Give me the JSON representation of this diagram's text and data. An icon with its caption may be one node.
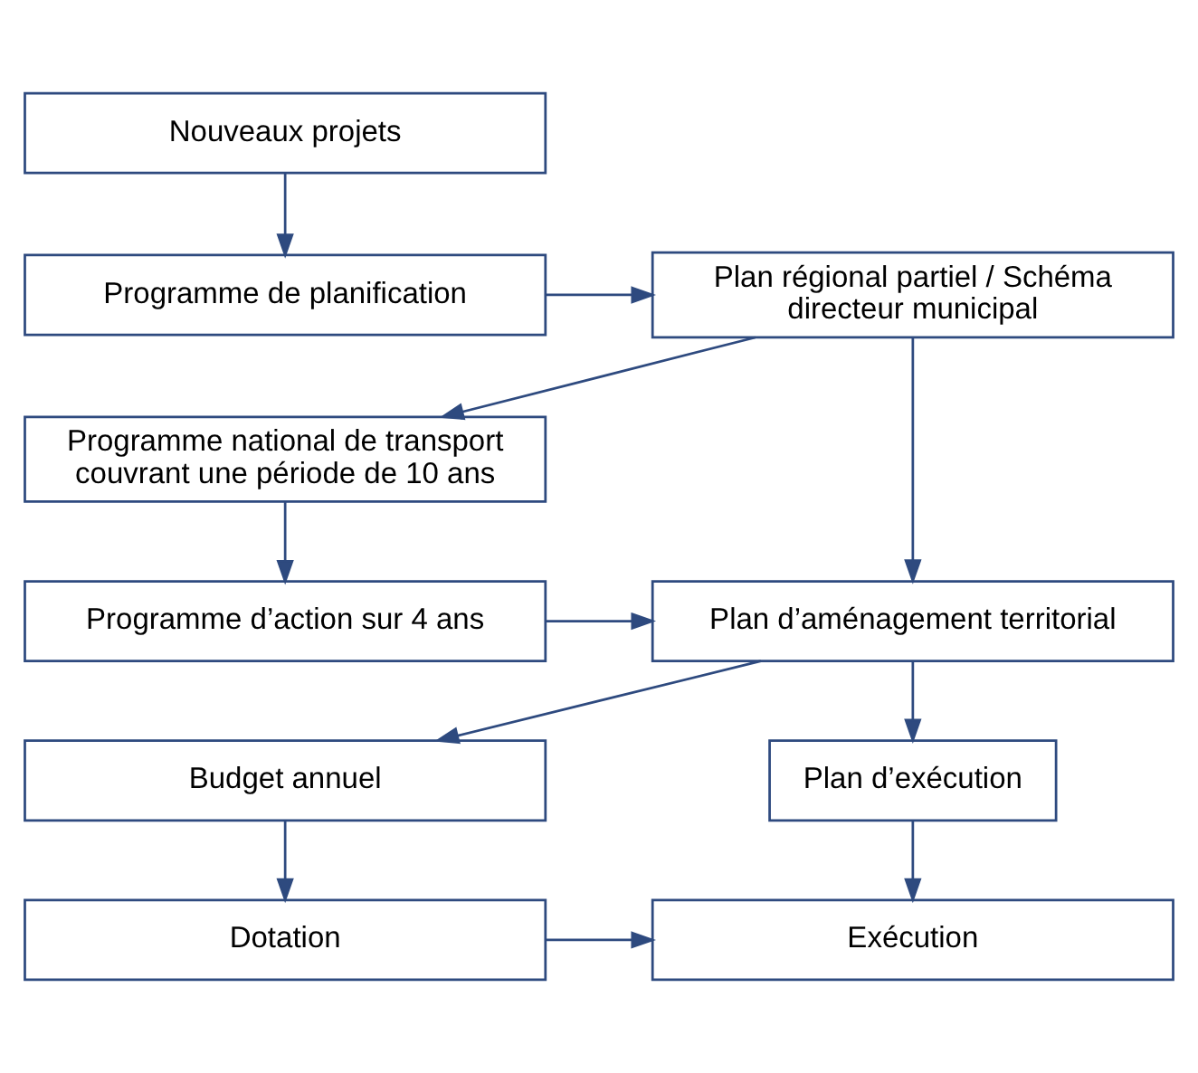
{
  "diagram": {
    "nodes": [
      {
        "text": [
          "Nouveaux projets"
        ]
      },
      {
        "text": [
          "Programme de planification"
        ]
      },
      {
        "text": [
          "Plan régional partiel / Schéma directeur municipal"
        ]
      },
      {
        "text": [
          "Programme national de transport couvrant une période de 10 ans"
        ]
      },
      {
        "text": [
          "Programme d’action sur 4 ans"
        ]
      },
      {
        "text": [
          "Plan d’aménagement territorial"
        ]
      },
      {
        "text": [
          "Budget annuel"
        ]
      },
      {
        "text": [
          "Plan d’exécution"
        ]
      },
      {
        "text": [
          "Dotation"
        ]
      },
      {
        "text": [
          "Exécution"
        ]
      }
    ],
    "edges": [
      {
        "from": 0,
        "to": 1,
        "arrow": "to"
      },
      {
        "from": 1,
        "to": 2,
        "arrow": "to"
      },
      {
        "from": 2,
        "to": 3,
        "arrow": "to"
      },
      {
        "from": 3,
        "to": 4,
        "arrow": "to"
      },
      {
        "from": 2,
        "to": 5,
        "arrow": "to"
      },
      {
        "from": 4,
        "to": 5,
        "arrow": "to"
      },
      {
        "from": 5,
        "to": 6,
        "arrow": "to"
      },
      {
        "from": 5,
        "to": 7,
        "arrow": "to"
      },
      {
        "from": 6,
        "to": 8,
        "arrow": "to"
      },
      {
        "from": 7,
        "to": 9,
        "arrow": "to"
      },
      {
        "from": 8,
        "to": 9,
        "arrow": "to"
      }
    ]
  }
}
